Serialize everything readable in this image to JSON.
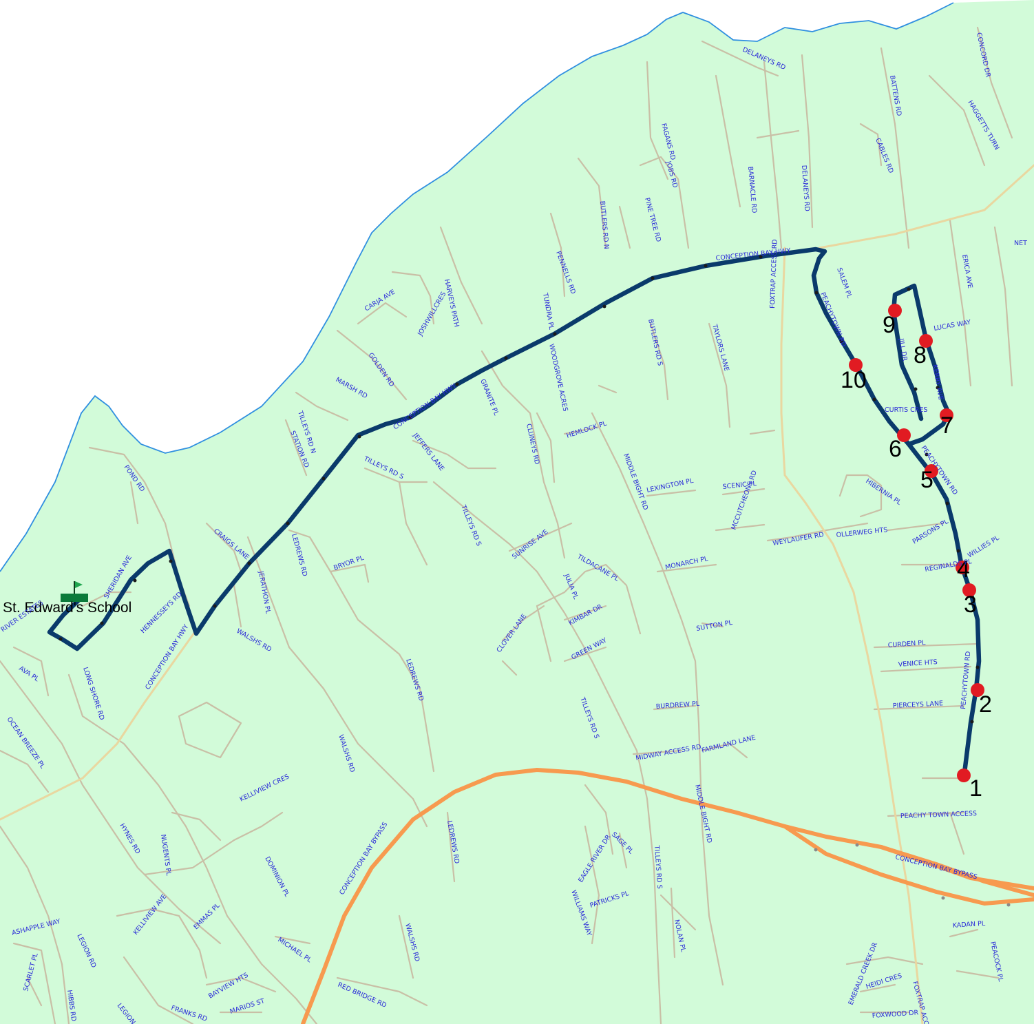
{
  "map": {
    "colors": {
      "water": "#ffffff",
      "shoreline": "#2f8fe0",
      "land": "#d2fbd9",
      "local_road": "#c9bfa6",
      "arterial_road": "#e9d7a0",
      "highway": "#f79a4f",
      "route": "#0a3a6b",
      "stop_marker": "#e11b22",
      "label": "#2a2ad8"
    },
    "school": {
      "name": "St. Edward's School",
      "icon": "flag-icon"
    },
    "route_stops": [
      "1",
      "2",
      "3",
      "4",
      "5",
      "6",
      "7",
      "8",
      "9",
      "10"
    ],
    "street_labels": [
      "DELANEYS RD",
      "CONCORD DR",
      "BATTENS RD",
      "HAGGETTS TURN",
      "FAGANS RD",
      "JOBS RD",
      "CABLES RD",
      "BARNACLE RD",
      "DELANEYS RD",
      "PINE TREE RD",
      "BUTLERS RD N",
      "CONCEPTION BAY HWY",
      "SALEM PL",
      "ERICA AVE",
      "NET",
      "PENNELLS RD",
      "HARVEYS PATH",
      "CARJA AVE",
      "JOSHWILLCRES",
      "TUNDRA PL",
      "BUTLERS RD S",
      "TAYLORS LANE",
      "FOXTRAP ACCESS RD",
      "PEACHYTOWN RD",
      "LUCAS WAY",
      "GOLDEN RD",
      "WOODGROVE ACRES",
      "GRANITE PL",
      "MARSH RD",
      "CONCEPTION BAY HWY",
      "JILL DR",
      "KERRY AVE",
      "TILLEYS RD N",
      "STATION RD",
      "JEFFERS LANE",
      "CLUNEYS RD",
      "HEMLOCK PL",
      "CURTIS CRES",
      "PEACHYTOWN RD",
      "POND RD",
      "TILLEYS RD S",
      "MIDDLE BIGHT RD",
      "LEXINGTON PL",
      "SCENIC PL",
      "HIBERNIA PL",
      "TILLEYS RD S",
      "MCCUTCHEONS RD",
      "PARSONS PL",
      "OLLERWEG HTS",
      "WEYLAUFER RD",
      "WILLIES PL",
      "CRAIGS LANE",
      "LEDREWS RD",
      "BRYOR PL",
      "SUNRISE AVE",
      "TILDACANE PL",
      "REGINALDS PL",
      "SHERIDAN AVE",
      "MONARCH PL",
      "JERATHON PL",
      "JULIA PL",
      "HENNESSEYS RD",
      "KIMBAR DR",
      "CLOVER LANE",
      "SUTTON PL",
      "CURDEN PL",
      "CONCEPTION BAY HWY",
      "WALSHS RD",
      "GREEN WAY",
      "RIVER ESTATES",
      "VENICE HTS",
      "AVA PL",
      "LONG SHORE RD",
      "LEDREWS RD",
      "PEACHYTOWN RD",
      "PIERCEYS LANE",
      "TILLEYS RD S",
      "BURDREW PL",
      "OCEAN BREEZE PL",
      "WALSHS RD",
      "FARMLAND LANE",
      "MIDWAY ACCESS RD",
      "KELLIVIEW CRES",
      "MIDDLE BIGHT RD",
      "PEACHY TOWN ACCESS",
      "HYNES RD",
      "NUGENTS PL",
      "CONCEPTION BAY BYPASS",
      "LEDREWS RD",
      "SAGE PL",
      "CONCEPTION BAY BYPASS",
      "DOMINION PL",
      "EAGLE RIVER DR",
      "TILLEYS RD S",
      "KELLIVIEW AVE",
      "EMMAS PL",
      "WILLIAMS WAY",
      "PATRICKS PL",
      "ASHAPPLE WAY",
      "LEGION RD",
      "WALSHS RD",
      "NOLAN PL",
      "KADAN PL",
      "PEACOCK PL",
      "MICHAEL PL",
      "SCARLET PL",
      "BAYVIEW HTS",
      "RED BRIDGE RD",
      "EMERALD CREEK DR",
      "HEIDI CRES",
      "HIBBS RD",
      "MARIOS ST",
      "FRANKS RD",
      "LEGION RD",
      "FOXTRAP ACCESS RD",
      "FOXWOOD DR"
    ]
  }
}
